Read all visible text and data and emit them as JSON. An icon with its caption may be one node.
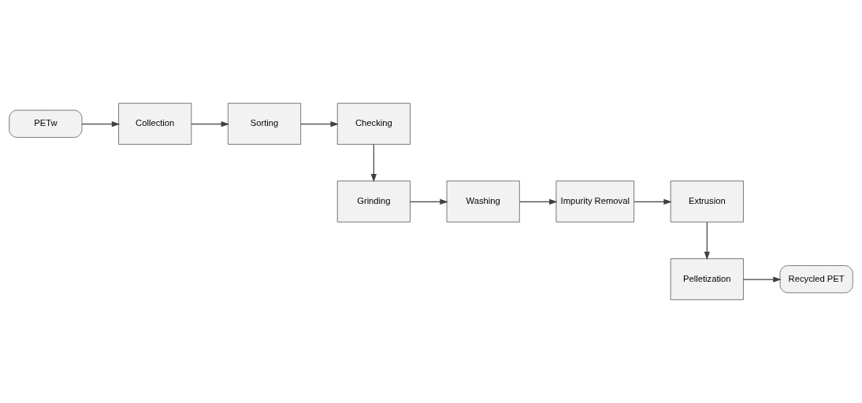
{
  "diagram": {
    "nodes": [
      {
        "text": [
          "PETw"
        ]
      },
      {
        "text": [
          "Collection"
        ]
      },
      {
        "text": [
          "Sorting"
        ]
      },
      {
        "text": [
          "Checking"
        ]
      },
      {
        "text": [
          "Grinding"
        ]
      },
      {
        "text": [
          "Washing"
        ]
      },
      {
        "text": [
          "Impurity Removal"
        ]
      },
      {
        "text": [
          "Extrusion"
        ]
      },
      {
        "text": [
          "Pelletization"
        ]
      },
      {
        "text": [
          "Recycled PET"
        ]
      }
    ],
    "edges": [
      {
        "from": 0,
        "to": 1,
        "arrow": "to"
      },
      {
        "from": 1,
        "to": 2,
        "arrow": "to"
      },
      {
        "from": 2,
        "to": 3,
        "arrow": "to"
      },
      {
        "from": 3,
        "to": 4,
        "arrow": "to"
      },
      {
        "from": 4,
        "to": 5,
        "arrow": "to"
      },
      {
        "from": 5,
        "to": 6,
        "arrow": "to"
      },
      {
        "from": 6,
        "to": 7,
        "arrow": "to"
      },
      {
        "from": 7,
        "to": 8,
        "arrow": "to"
      },
      {
        "from": 8,
        "to": 9,
        "arrow": "to"
      }
    ]
  }
}
